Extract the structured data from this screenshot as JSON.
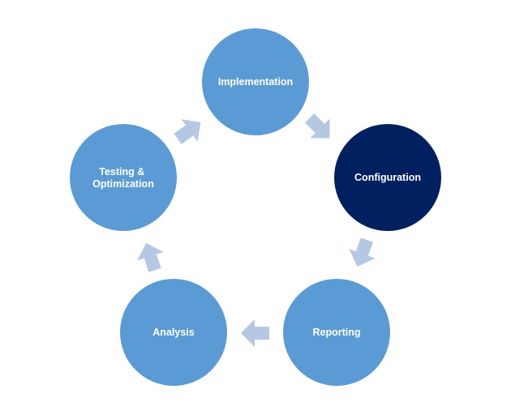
{
  "diagram": {
    "type": "cycle",
    "colors": {
      "node": "#5b9bd5",
      "node_highlight": "#002060",
      "arrow": "#b4c8e4",
      "label": "#ffffff"
    },
    "nodes": [
      {
        "id": "implementation",
        "label": "Implementation",
        "highlighted": false
      },
      {
        "id": "configuration",
        "label": "Configuration",
        "highlighted": true
      },
      {
        "id": "reporting",
        "label": "Reporting",
        "highlighted": false
      },
      {
        "id": "analysis",
        "label": "Analysis",
        "highlighted": false
      },
      {
        "id": "testing",
        "label": "Testing & Optimization",
        "lines": [
          "Testing &",
          "Optimization"
        ],
        "highlighted": false
      }
    ],
    "edges": [
      {
        "from": "implementation",
        "to": "configuration"
      },
      {
        "from": "configuration",
        "to": "reporting"
      },
      {
        "from": "reporting",
        "to": "analysis"
      },
      {
        "from": "analysis",
        "to": "testing"
      },
      {
        "from": "testing",
        "to": "implementation"
      }
    ]
  }
}
